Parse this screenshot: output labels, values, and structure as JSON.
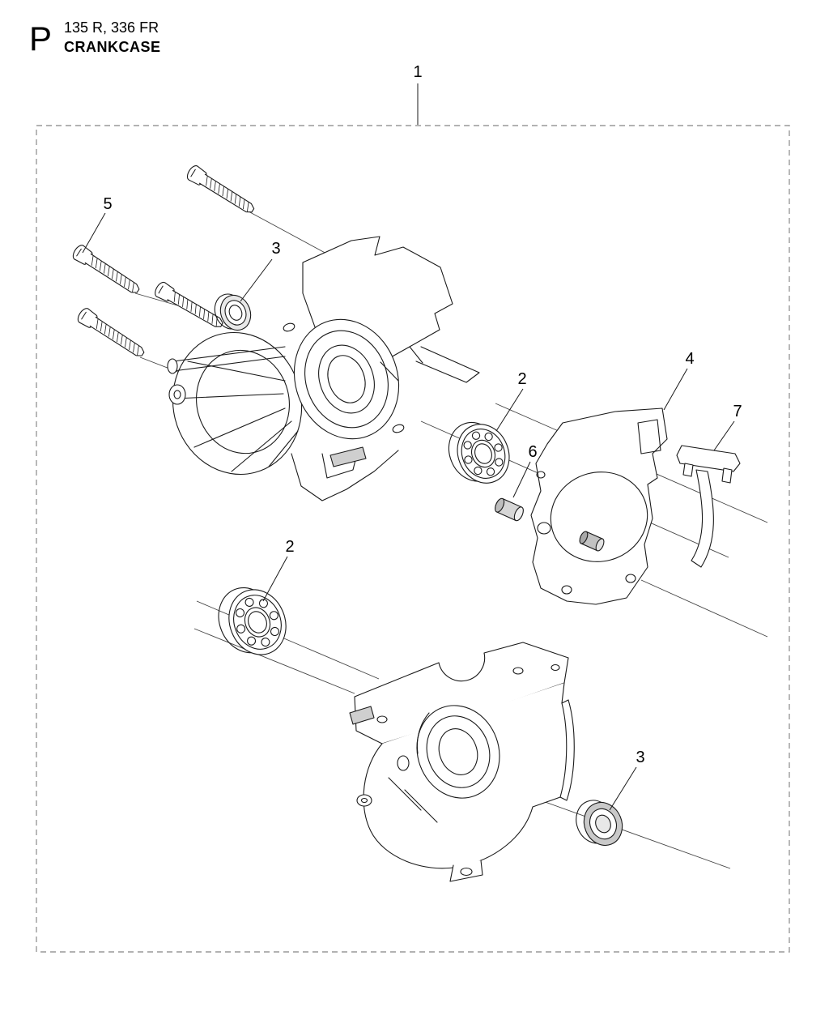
{
  "page": {
    "background": "#ffffff",
    "line_color": "#1a1a1a",
    "border_color": "#999999",
    "border_style": "dashed"
  },
  "header": {
    "section_letter": "P",
    "models": "135 R, 336 FR",
    "title": "CRANKCASE"
  },
  "callouts": [
    {
      "label": "1",
      "target": "crankcase-assembly-boundary"
    },
    {
      "label": "5",
      "target": "screws"
    },
    {
      "label": "3",
      "target": "oil-seal-upper"
    },
    {
      "label": "2",
      "target": "ball-bearing-upper"
    },
    {
      "label": "4",
      "target": "gasket"
    },
    {
      "label": "7",
      "target": "retainer-clip"
    },
    {
      "label": "6",
      "target": "bushing"
    },
    {
      "label": "2",
      "target": "ball-bearing-lower"
    },
    {
      "label": "3",
      "target": "oil-seal-lower"
    }
  ]
}
